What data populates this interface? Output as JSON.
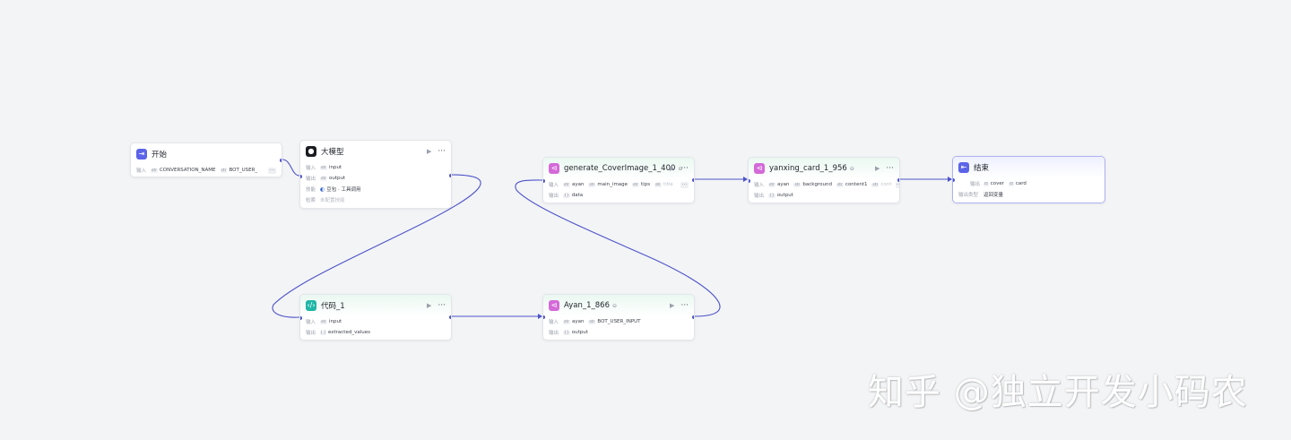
{
  "nodes": {
    "start": {
      "title": "开始",
      "input_label": "输入",
      "inputs": [
        "CONVERSATION_NAME",
        "BOT_USER_"
      ],
      "input_type": "str"
    },
    "llm": {
      "title": "大模型",
      "input_label": "输入",
      "input": "input",
      "output_label": "输出",
      "output": "output",
      "skill_label": "技能",
      "skill": "豆包 · 工具调用",
      "retrieval_label": "检索",
      "retrieval": "未配置技能",
      "type_str": "str"
    },
    "code": {
      "title": "代码_1",
      "input_label": "输入",
      "input": "input",
      "output_label": "输出",
      "output": "extracted_values",
      "input_type": "str",
      "output_type": "[ ]"
    },
    "ayan": {
      "title": "Ayan_1_866",
      "input_label": "输入",
      "inputs": [
        "ayan",
        "BOT_USER_INPUT"
      ],
      "output_label": "输出",
      "output": "output",
      "type_str": "str"
    },
    "cover": {
      "title": "generate_CoverImage_1_400",
      "input_label": "输入",
      "inputs": [
        "ayan",
        "main_image",
        "tips",
        "title"
      ],
      "output_label": "输出",
      "output": "data",
      "type_str": "str"
    },
    "card": {
      "title": "yanxing_card_1_956",
      "input_label": "输入",
      "inputs": [
        "ayan",
        "background",
        "content1",
        "cont"
      ],
      "output_label": "输出",
      "output": "output",
      "type_str": "str"
    },
    "end": {
      "title": "结束",
      "output_label": "输出",
      "outputs": [
        "cover",
        "card"
      ],
      "output_type_label": "输出类型",
      "output_type": "返回变量"
    }
  },
  "watermark": "知乎 @独立开发小码农",
  "colors": {
    "edge": "#4d53c8",
    "selected_border": "#aeb1f0",
    "background": "#f3f4f6"
  },
  "icons": {
    "start": "start-icon",
    "llm": "llm-icon",
    "code": "code-icon",
    "plugin": "plugin-icon",
    "end": "end-icon",
    "run": "play-icon",
    "more": "more-icon",
    "lock": "lock-icon"
  }
}
